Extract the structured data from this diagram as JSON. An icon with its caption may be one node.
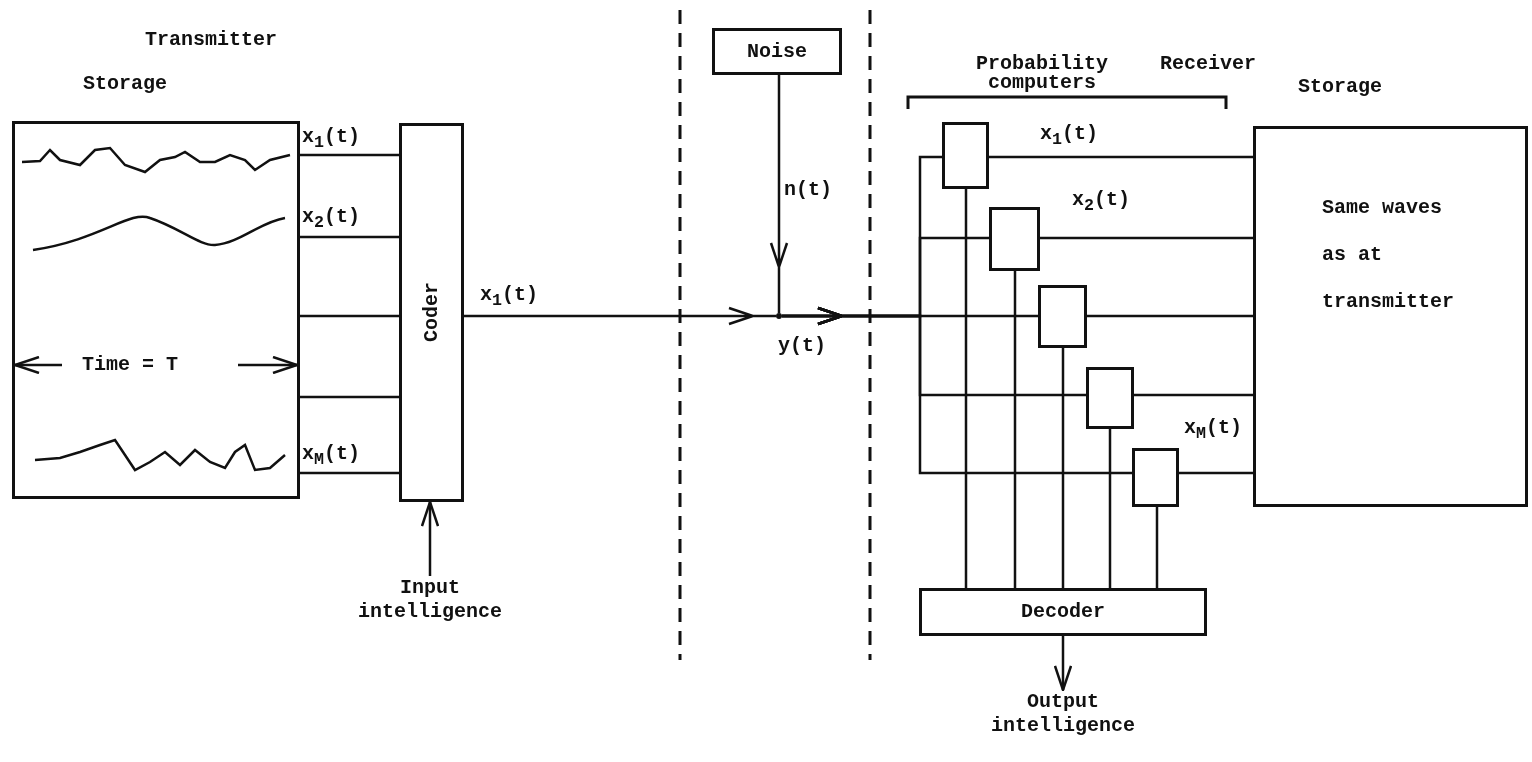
{
  "diagram": {
    "nodes": [
      {
        "text": [
          "Storage"
        ]
      },
      {
        "text": [
          "Coder"
        ]
      },
      {
        "text": [
          "Input intelligence"
        ]
      },
      {
        "text": [
          "Noise"
        ]
      },
      {
        "text": [],
        "shape": "point"
      },
      {
        "text": [
          "Storage",
          "Same waves as at transmitter"
        ]
      },
      {
        "text": [],
        "shape": "box"
      },
      {
        "text": [],
        "shape": "box"
      },
      {
        "text": [],
        "shape": "box"
      },
      {
        "text": [],
        "shape": "box"
      },
      {
        "text": [],
        "shape": "box"
      },
      {
        "text": [
          "Decoder"
        ]
      },
      {
        "text": [
          "Output intelligence"
        ]
      }
    ],
    "edges": [
      {
        "from": 0,
        "to": 1,
        "arrow": "none",
        "label": "x$_{1}$(t)"
      },
      {
        "from": 0,
        "to": 1,
        "arrow": "none",
        "label": "x$_{2}$(t)"
      },
      {
        "from": 0,
        "to": 1,
        "arrow": "none"
      },
      {
        "from": 0,
        "to": 1,
        "arrow": "none"
      },
      {
        "from": 0,
        "to": 1,
        "arrow": "none",
        "label": "x$_{M}$(t)"
      },
      {
        "from": 2,
        "to": 1,
        "arrow": "to"
      },
      {
        "from": 1,
        "to": 4,
        "arrow": "to",
        "label": "x$_{1}$(t)"
      },
      {
        "from": 3,
        "to": 4,
        "arrow": "to",
        "label": "n(t)"
      },
      {
        "from": 4,
        "to": 6,
        "arrow": "to",
        "label": "y(t)"
      },
      {
        "from": 4,
        "to": 7,
        "arrow": "to"
      },
      {
        "from": 4,
        "to": 8,
        "arrow": "to"
      },
      {
        "from": 4,
        "to": 9,
        "arrow": "to"
      },
      {
        "from": 4,
        "to": 10,
        "arrow": "to"
      },
      {
        "from": 6,
        "to": 5,
        "arrow": "none",
        "label": "x$_{1}$(t)"
      },
      {
        "from": 7,
        "to": 5,
        "arrow": "none",
        "label": "x$_{2}$(t)"
      },
      {
        "from": 8,
        "to": 5,
        "arrow": "none"
      },
      {
        "from": 9,
        "to": 5,
        "arrow": "none"
      },
      {
        "from": 10,
        "to": 5,
        "arrow": "none",
        "label": "x$_{M}$(t)"
      },
      {
        "from": 6,
        "to": 11,
        "arrow": "none"
      },
      {
        "from": 7,
        "to": 11,
        "arrow": "none"
      },
      {
        "from": 8,
        "to": 11,
        "arrow": "none"
      },
      {
        "from": 9,
        "to": 11,
        "arrow": "none"
      },
      {
        "from": 10,
        "to": 11,
        "arrow": "none"
      },
      {
        "from": 11,
        "to": 12,
        "arrow": "to"
      }
    ],
    "labels": [
      "Transmitter",
      "Probability computers",
      "Receiver",
      "Time = T"
    ]
  }
}
